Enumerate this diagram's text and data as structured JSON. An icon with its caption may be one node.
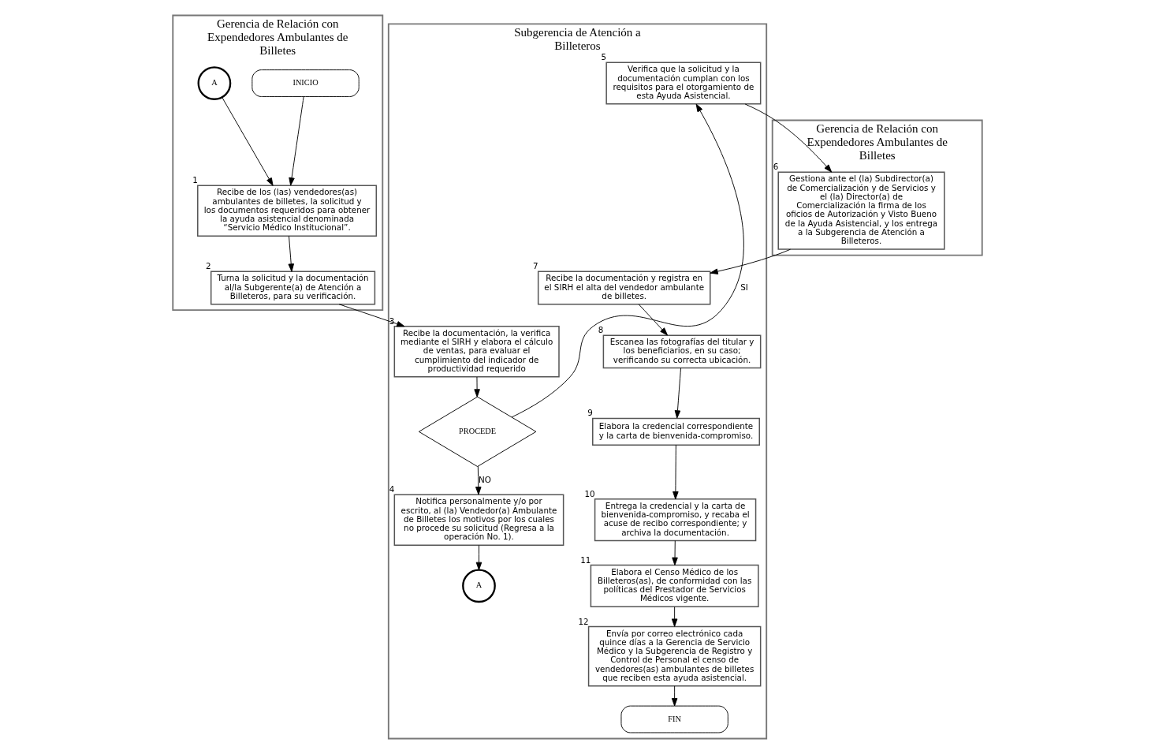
{
  "diagram": {
    "nodes": [
      {
        "text": [
          "Gerencia de Relación con Expendedores Ambulantes de Billetes"
        ]
      },
      {
        "text": [
          "Subgerencia de Atención a Billeteros"
        ]
      },
      {
        "text": [
          "Gerencia de Relación con Expendedores Ambulantes de Billetes"
        ]
      },
      {
        "text": [
          "INICIO"
        ],
        "in": 0
      },
      {
        "text": [
          "A"
        ],
        "in": 0
      },
      {
        "text": [
          "Recibe de los (las) vendedores(as) ambulantes de billetes, la solicitud y los documentos requeridos para obtener la ayuda asistencial denominada “Servicio Médico Institucional”."
        ],
        "in": 0,
        "beside": [
          "1"
        ]
      },
      {
        "text": [
          "Turna la solicitud y la documentación al/la Subgerente(a) de Atención a Billeteros, para su verificación."
        ],
        "in": 0,
        "beside": [
          "2"
        ]
      },
      {
        "text": [
          "Recibe la documentación, la verifica mediante el SIRH y elabora el cálculo de ventas, para evaluar el cumplimiento del indicador de productividad requerido"
        ],
        "in": 1,
        "beside": [
          "3"
        ]
      },
      {
        "text": [
          "PROCEDE"
        ],
        "in": 1
      },
      {
        "text": [
          "Notifica personalmente y/o por escrito, al (la) Vendedor(a) Ambulante de Billetes los motivos por los cuales no procede su solicitud (Regresa a la operación No. 1)."
        ],
        "in": 1,
        "beside": [
          "4"
        ]
      },
      {
        "text": [
          "A"
        ],
        "in": 1
      },
      {
        "text": [
          "Verifica que la solicitud y la documentación cumplan con los requisitos para el otorgamiento de esta Ayuda Asistencial."
        ],
        "in": 1,
        "beside": [
          "5"
        ]
      },
      {
        "text": [
          "Recibe la documentación y registra en el SIRH el alta del vendedor ambulante de billetes."
        ],
        "in": 1,
        "beside": [
          "7"
        ]
      },
      {
        "text": [
          "Escanea las fotografías del titular y los beneficiarios, en su caso; verificando su correcta ubicación."
        ],
        "in": 1,
        "beside": [
          "8"
        ]
      },
      {
        "text": [
          "Elabora la credencial correspondiente y la carta de bienvenida-compromiso."
        ],
        "in": 1,
        "beside": [
          "9"
        ]
      },
      {
        "text": [
          "Entrega la credencial y la carta de bienvenida-compromiso, y recaba el acuse de recibo correspondiente; y archiva la documentación."
        ],
        "in": 1,
        "beside": [
          "10"
        ]
      },
      {
        "text": [
          "Elabora el Censo Médico de los Billeteros(as), de conformidad con las políticas del Prestador de Servicios Médicos vigente."
        ],
        "in": 1,
        "beside": [
          "11"
        ]
      },
      {
        "text": [
          "Envía por correo electrónico cada quince días a la Gerencia de Servicio Médico y la Subgerencia de Registro y Control de Personal el censo de vendedores(as) ambulantes de billetes que reciben esta ayuda asistencial."
        ],
        "in": 1,
        "beside": [
          "12"
        ]
      },
      {
        "text": [
          "FIN"
        ],
        "in": 1
      },
      {
        "text": [
          "Gestiona ante el (la) Subdirector(a) de Comercialización y de Servicios y el (la) Director(a) de Comercialización la firma de los oficios de Autorización y Visto Bueno de la Ayuda Asistencial, y los entrega a la Subgerencia de Atención a Billeteros."
        ],
        "in": 2,
        "beside": [
          "6"
        ]
      }
    ],
    "edges": [
      {
        "from": 3,
        "to": 5,
        "arrow": "to"
      },
      {
        "from": 4,
        "to": 5,
        "arrow": "to"
      },
      {
        "from": 5,
        "to": 6,
        "arrow": "to"
      },
      {
        "from": 6,
        "to": 7,
        "arrow": "to"
      },
      {
        "from": 7,
        "to": 8,
        "arrow": "to"
      },
      {
        "from": 8,
        "to": 11,
        "arrow": "to",
        "label": "SI"
      },
      {
        "from": 8,
        "to": 9,
        "arrow": "to",
        "label": "NO"
      },
      {
        "from": 9,
        "to": 10,
        "arrow": "to"
      },
      {
        "from": 11,
        "to": 19,
        "arrow": "to"
      },
      {
        "from": 19,
        "to": 12,
        "arrow": "to"
      },
      {
        "from": 12,
        "to": 13,
        "arrow": "to"
      },
      {
        "from": 13,
        "to": 14,
        "arrow": "to"
      },
      {
        "from": 14,
        "to": 15,
        "arrow": "to"
      },
      {
        "from": 15,
        "to": 16,
        "arrow": "to"
      },
      {
        "from": 16,
        "to": 17,
        "arrow": "to"
      },
      {
        "from": 17,
        "to": 18,
        "arrow": "to"
      }
    ]
  }
}
